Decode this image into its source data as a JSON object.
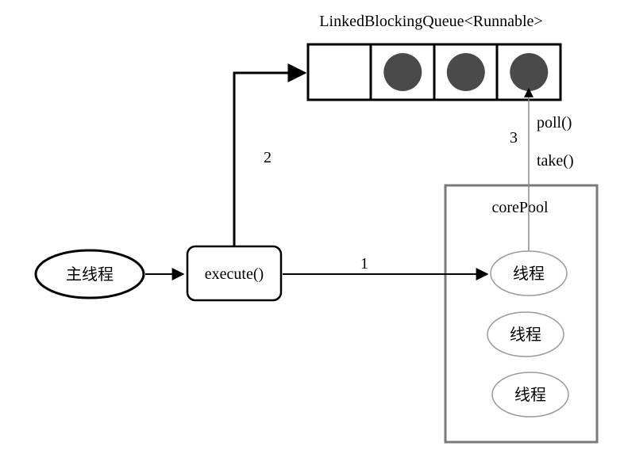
{
  "queue": {
    "label": "LinkedBlockingQueue<Runnable>",
    "slots": [
      {
        "filled": false
      },
      {
        "filled": true
      },
      {
        "filled": true
      },
      {
        "filled": true
      }
    ]
  },
  "nodes": {
    "main_thread": "主线程",
    "execute": "execute()",
    "core_pool": "corePool",
    "threads": [
      "线程",
      "线程",
      "线程"
    ]
  },
  "edges": {
    "step1": "1",
    "step2": "2",
    "step3": "3",
    "poll": "poll()",
    "take": "take()"
  },
  "colors": {
    "stroke": "#000000",
    "pool_border": "#7a7a7a",
    "thread_border": "#9a9a9a",
    "task_fill": "#4a4a4a"
  }
}
